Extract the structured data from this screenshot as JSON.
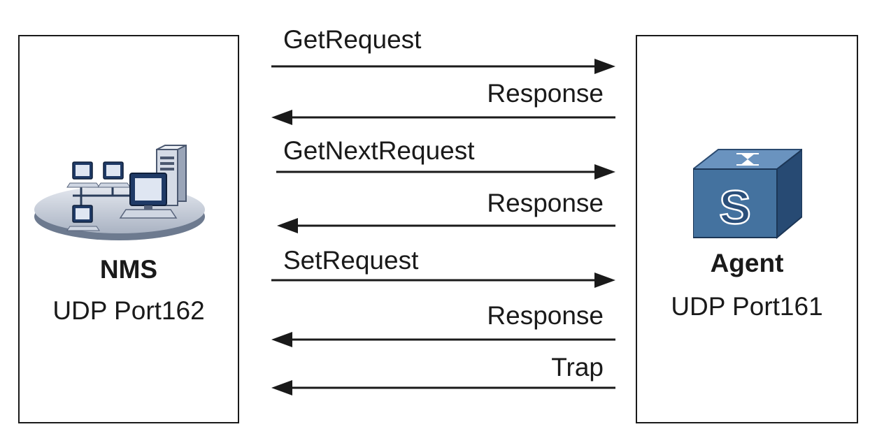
{
  "nms": {
    "title": "NMS",
    "port": "UDP Port162",
    "icon": "network-workstations-icon"
  },
  "agent": {
    "title": "Agent",
    "port": "UDP Port161",
    "icon": "switch-icon",
    "icon_letter": "S"
  },
  "messages": [
    {
      "label": "GetRequest",
      "direction": "nms-to-agent"
    },
    {
      "label": "Response",
      "direction": "agent-to-nms"
    },
    {
      "label": "GetNextRequest",
      "direction": "nms-to-agent"
    },
    {
      "label": "Response",
      "direction": "agent-to-nms"
    },
    {
      "label": "SetRequest",
      "direction": "nms-to-agent"
    },
    {
      "label": "Response",
      "direction": "agent-to-nms"
    },
    {
      "label": "Trap",
      "direction": "agent-to-nms"
    }
  ],
  "colors": {
    "line": "#1a1a1a",
    "switch_front": "#3f6f9e",
    "switch_top": "#5d88b5",
    "switch_side": "#2b4f78",
    "platform": "#c5ccd8"
  }
}
